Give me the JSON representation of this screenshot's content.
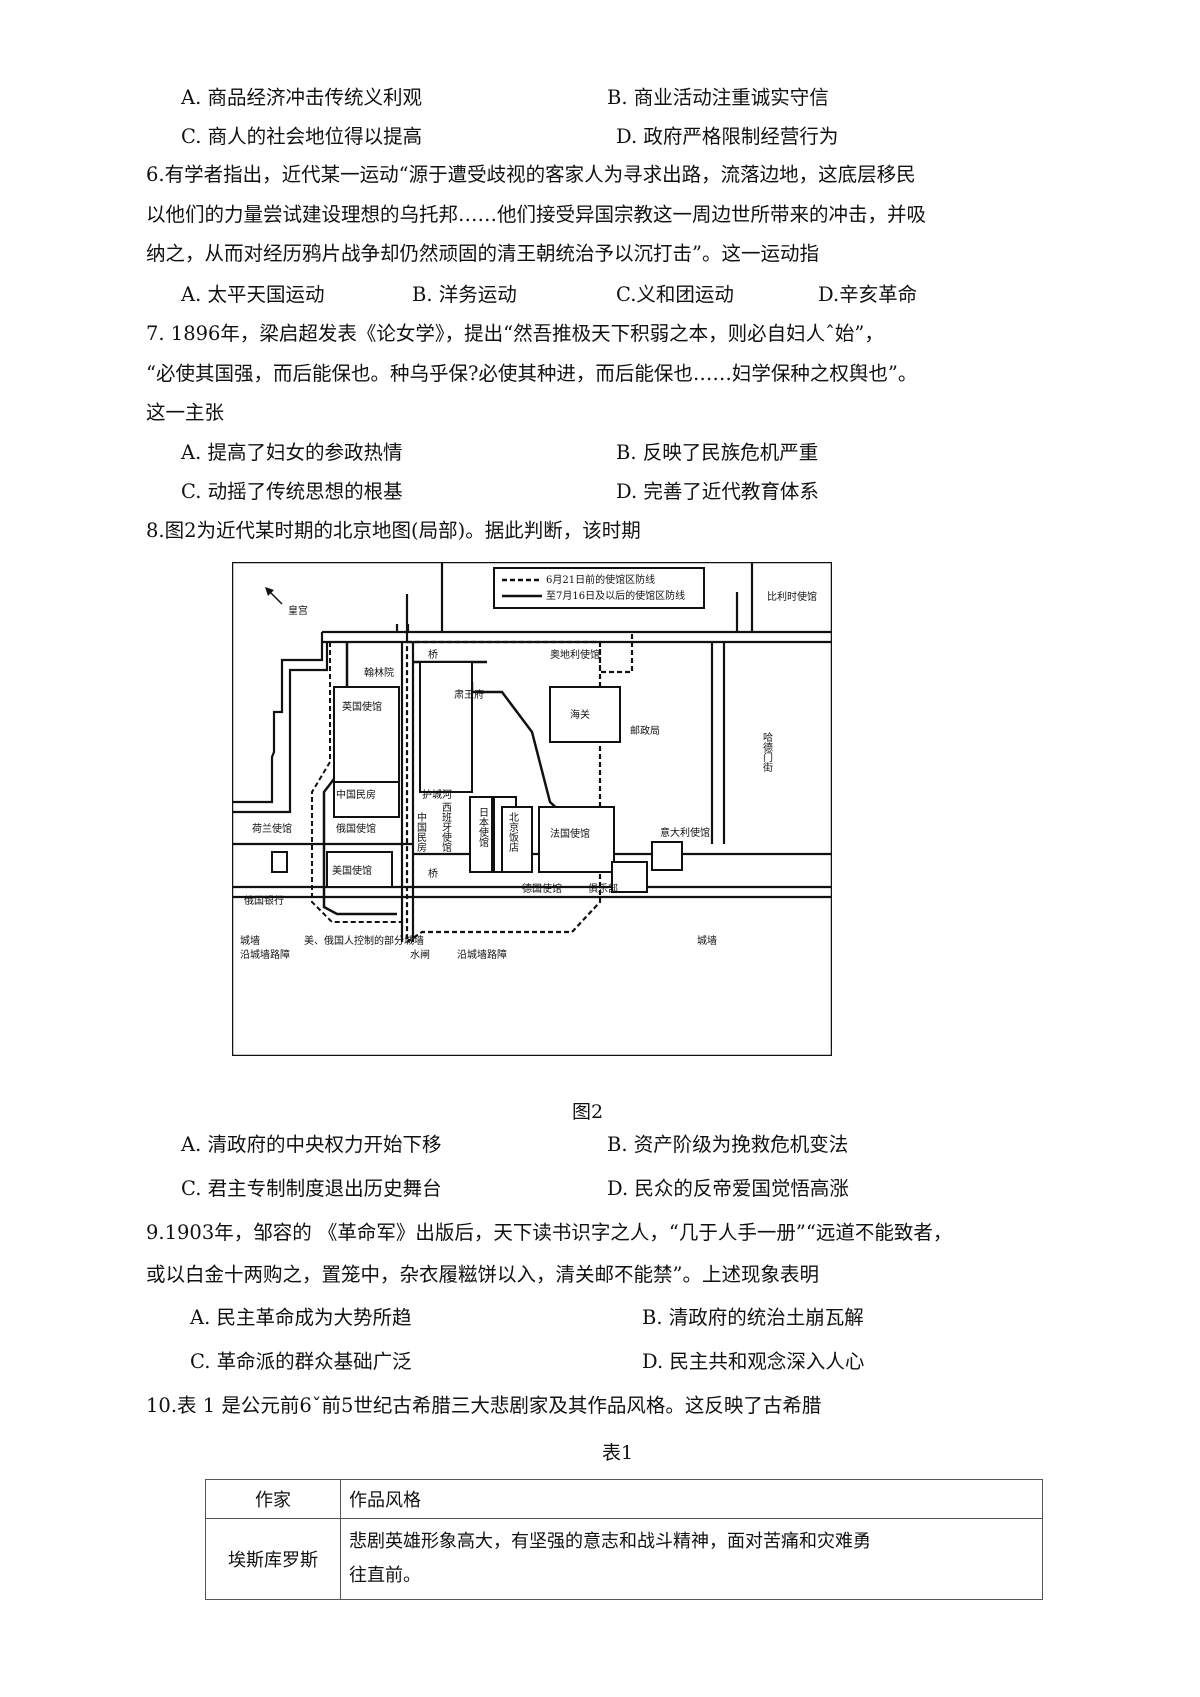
{
  "questions": {
    "q5": {
      "optA": "A. 商品经济冲击传统义利观",
      "optB": "B. 商业活动注重诚实守信",
      "optC": "C. 商人的社会地位得以提高",
      "optD": "D. 政府严格限制经营行为"
    },
    "q6": {
      "stem1": "6.有学者指出，近代某一运动“源于遭受歧视的客家人为寻求出路，流落边地，这底层移民",
      "stem2": "以他们的力量尝试建设理想的乌托邦……他们接受异国宗教这一周边世所带来的冲击，并吸",
      "stem3": "纳之，从而对经历鸦片战争却仍然顽固的清王朝统治予以沉打击”。这一运动指",
      "optA": "A. 太平天国运动",
      "optB": "B. 洋务运动",
      "optC": "C.义和团运动",
      "optD": "D.辛亥革命"
    },
    "q7": {
      "stem1": "7. 1896年，梁启超发表《论女学》，提出“然吾推极天下积弱之本，则必自妇人ˆ始”，",
      "stem2": "“必使其国强，而后能保也。种乌乎保?必使其种进，而后能保也……妇学保种之权舆也”。",
      "stem3": "这一主张",
      "optA": "A. 提高了妇女的参政热情",
      "optB": "B. 反映了民族危机严重",
      "optC": "C. 动摇了传统思想的根基",
      "optD": "D. 完善了近代教育体系"
    },
    "q8": {
      "stem": "8.图2为近代某时期的北京地图(局部)。据此判断，该时期",
      "caption": "图2",
      "optA": "A. 清政府的中央权力开始下移",
      "optB": "B. 资产阶级为挽救危机变法",
      "optC": "C. 君主专制制度退出历史舞台",
      "optD": "D. 民众的反帝爱国觉悟高涨"
    },
    "q9": {
      "stem1": "9.1903年，邹容的 《革命军》出版后，天下读书识字之人，“几于人手一册”“远道不能致者，",
      "stem2": "或以白金十两购之，置笼中，杂衣履糍饼以入，清关邮不能禁”。上述现象表明",
      "optA": "A. 民主革命成为大势所趋",
      "optB": "B. 清政府的统治土崩瓦解",
      "optC": "C. 革命派的群众基础广泛",
      "optD": "D. 民主共和观念深入人心"
    },
    "q10": {
      "stem": "10.表 1 是公元前6ˇ前5世纪古希腊三大悲剧家及其作品风格。这反映了古希腊",
      "table_caption": "表1",
      "table": {
        "header": [
          "作家",
          "作品风格"
        ],
        "rows": [
          [
            "埃斯库罗斯",
            "悲剧英雄形象高大，有坚强的意志和战斗精神，面对苦痛和灾难勇往直前。"
          ]
        ]
      }
    }
  },
  "map": {
    "legend_dashed": "6月21日前的使馆区防线",
    "legend_solid": "至7月16日及以后的使馆区防线",
    "imperial_palace": "皇宫",
    "belgium": "比利时使馆",
    "austria": "奥地利使馆",
    "hanlin": "翰林院",
    "britain": "英国使馆",
    "suwangfu": "肃王府",
    "customs": "海关",
    "post": "邮政局",
    "hademen": "哈德门街",
    "moat": "护城河",
    "china_houses1": "中国民房",
    "china_houses2": "中国民房",
    "netherlands": "荷兰使馆",
    "russia": "俄国使馆",
    "spain": "西班牙使馆",
    "japan": "日本使馆",
    "hotel": "北京饭店",
    "france": "法国使馆",
    "italy": "意大利使馆",
    "usa": "美国使馆",
    "germany": "德国使馆",
    "club": "俱乐部",
    "russian_bank": "俄国银行",
    "city_wall_l": "城墙",
    "route_l": "沿城墙路障",
    "us_ru_wall": "美、俄国人控制的部分城墙",
    "sluice": "水闸",
    "route_r": "沿城墙路障",
    "city_wall_r": "城墙",
    "bridge_top": "桥",
    "bridge_bottom": "桥"
  }
}
